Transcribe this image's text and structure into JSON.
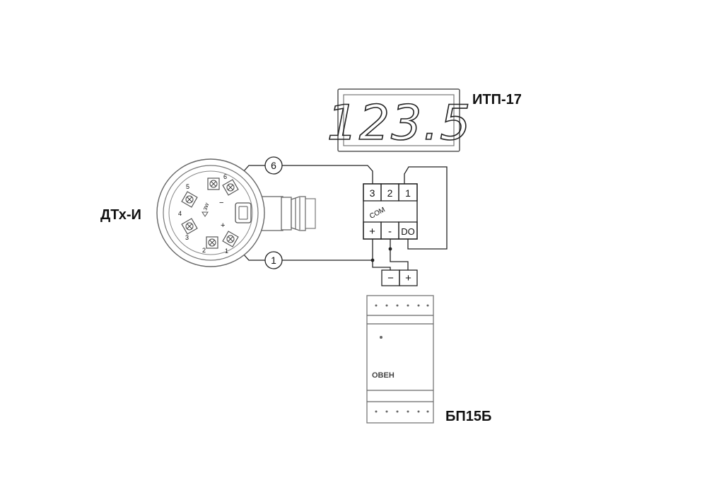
{
  "title_device": "ИТП-17",
  "title_sensor": "ДТх-И",
  "title_psu": "БП15Б",
  "display_value": "123.5",
  "indicator_terminals": {
    "top": [
      "3",
      "2",
      "1"
    ],
    "middle": "COM",
    "bottom": [
      "+",
      "-",
      "DO"
    ]
  },
  "psu_terminals": [
    "−",
    "+"
  ],
  "psu_brand": "ОВЕН",
  "wire_markers": [
    "6",
    "1"
  ],
  "sensor_head": {
    "terminal_numbers": [
      "6",
      "5",
      "4",
      "3",
      "2",
      "1"
    ],
    "inner_marks": [
      "3W",
      "−",
      "+"
    ]
  }
}
